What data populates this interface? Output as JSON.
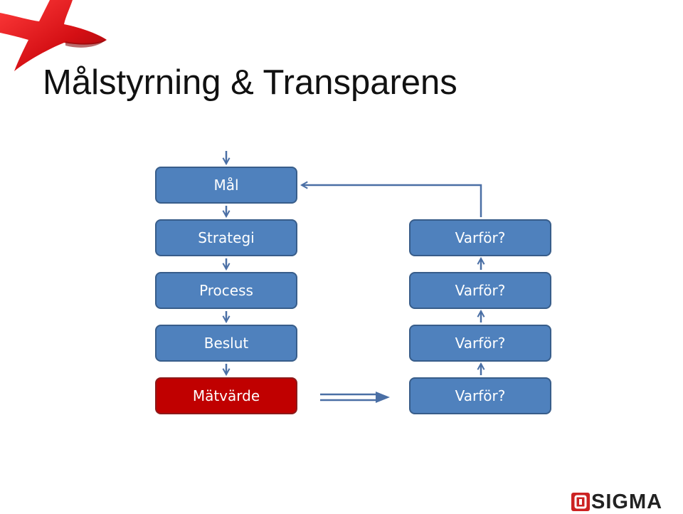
{
  "title": "Målstyrning & Transparens",
  "left_column": [
    "Mål",
    "Strategi",
    "Process",
    "Beslut",
    "Mätvärde"
  ],
  "right_column": [
    "Varför?",
    "Varför?",
    "Varför?",
    "Varför?"
  ],
  "logo": {
    "text": "SIGMA",
    "brand_color": "#cc2222"
  },
  "colors": {
    "box_fill": "#4f81bd",
    "box_border": "#385d8a",
    "highlight_fill": "#c00000",
    "arrow": "#4a6fa5"
  }
}
